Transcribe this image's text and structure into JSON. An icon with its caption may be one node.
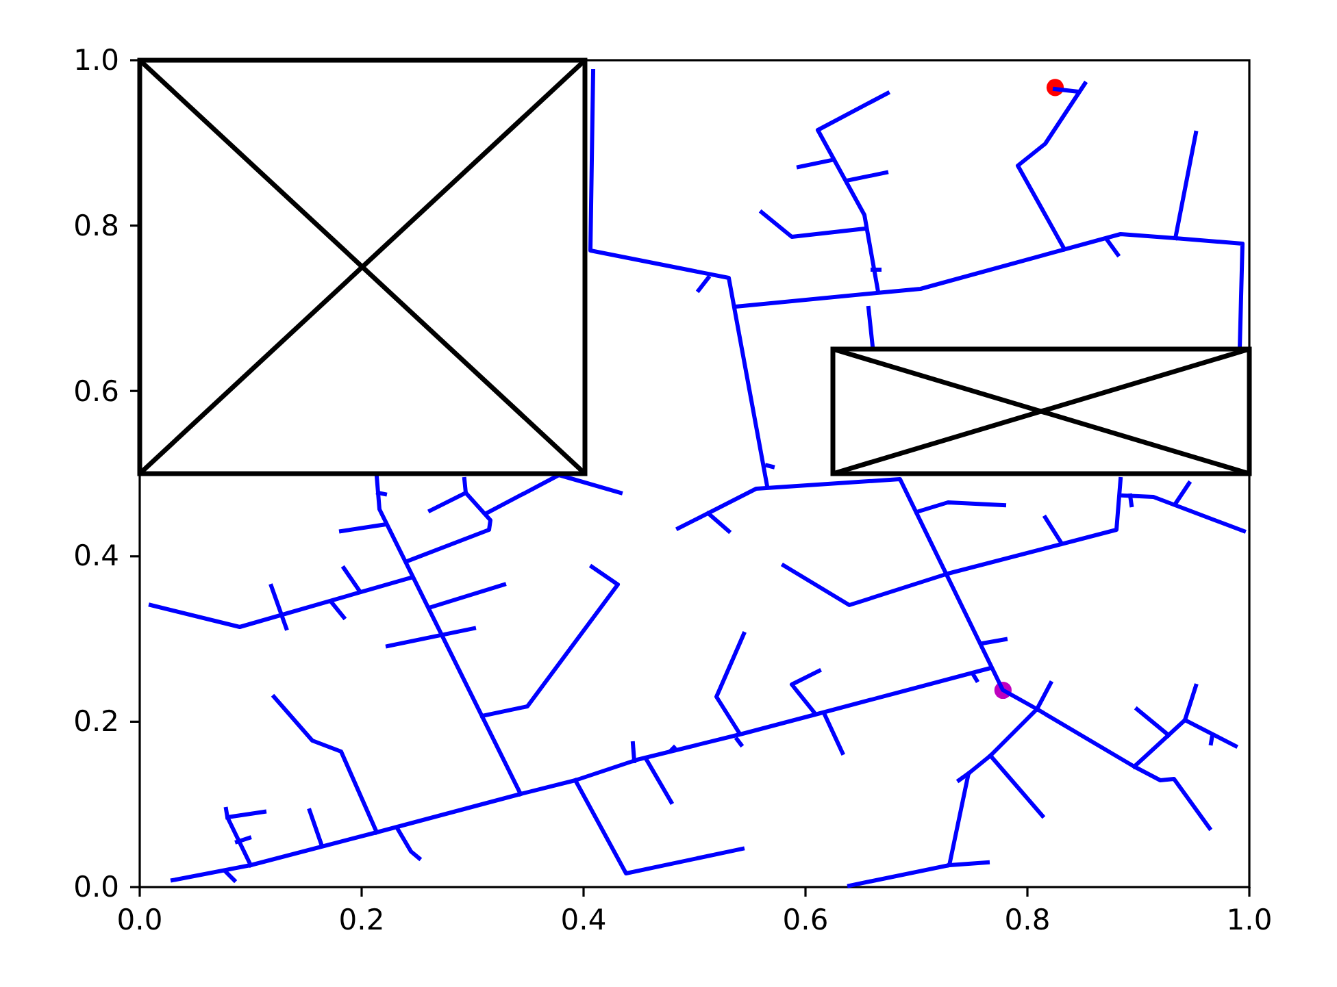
{
  "diagram": {
    "chart_data": {
      "type": "scatter",
      "xlim": [
        0,
        1
      ],
      "ylim": [
        0,
        1
      ],
      "xticks": [
        {
          "value": 0,
          "label": "0.0"
        },
        {
          "value": 0.2,
          "label": "0.2"
        },
        {
          "value": 0.4,
          "label": "0.4"
        },
        {
          "value": 0.6,
          "label": "0.6"
        },
        {
          "value": 0.8,
          "label": "0.8"
        },
        {
          "value": 1,
          "label": "1.0"
        }
      ],
      "yticks": [
        {
          "value": 0,
          "label": "0.0"
        },
        {
          "value": 0.2,
          "label": "0.2"
        },
        {
          "value": 0.4,
          "label": "0.4"
        },
        {
          "value": 0.6,
          "label": "0.6"
        },
        {
          "value": 0.8,
          "label": "0.8"
        },
        {
          "value": 1,
          "label": "1.0"
        }
      ],
      "x": [
        0.778,
        0.825
      ],
      "series": [
        {
          "color": "#ff0000",
          "values": [
            null,
            0.967
          ]
        },
        {
          "color": "#bf00bf",
          "values": [
            0.238,
            null
          ]
        }
      ]
    }
  }
}
